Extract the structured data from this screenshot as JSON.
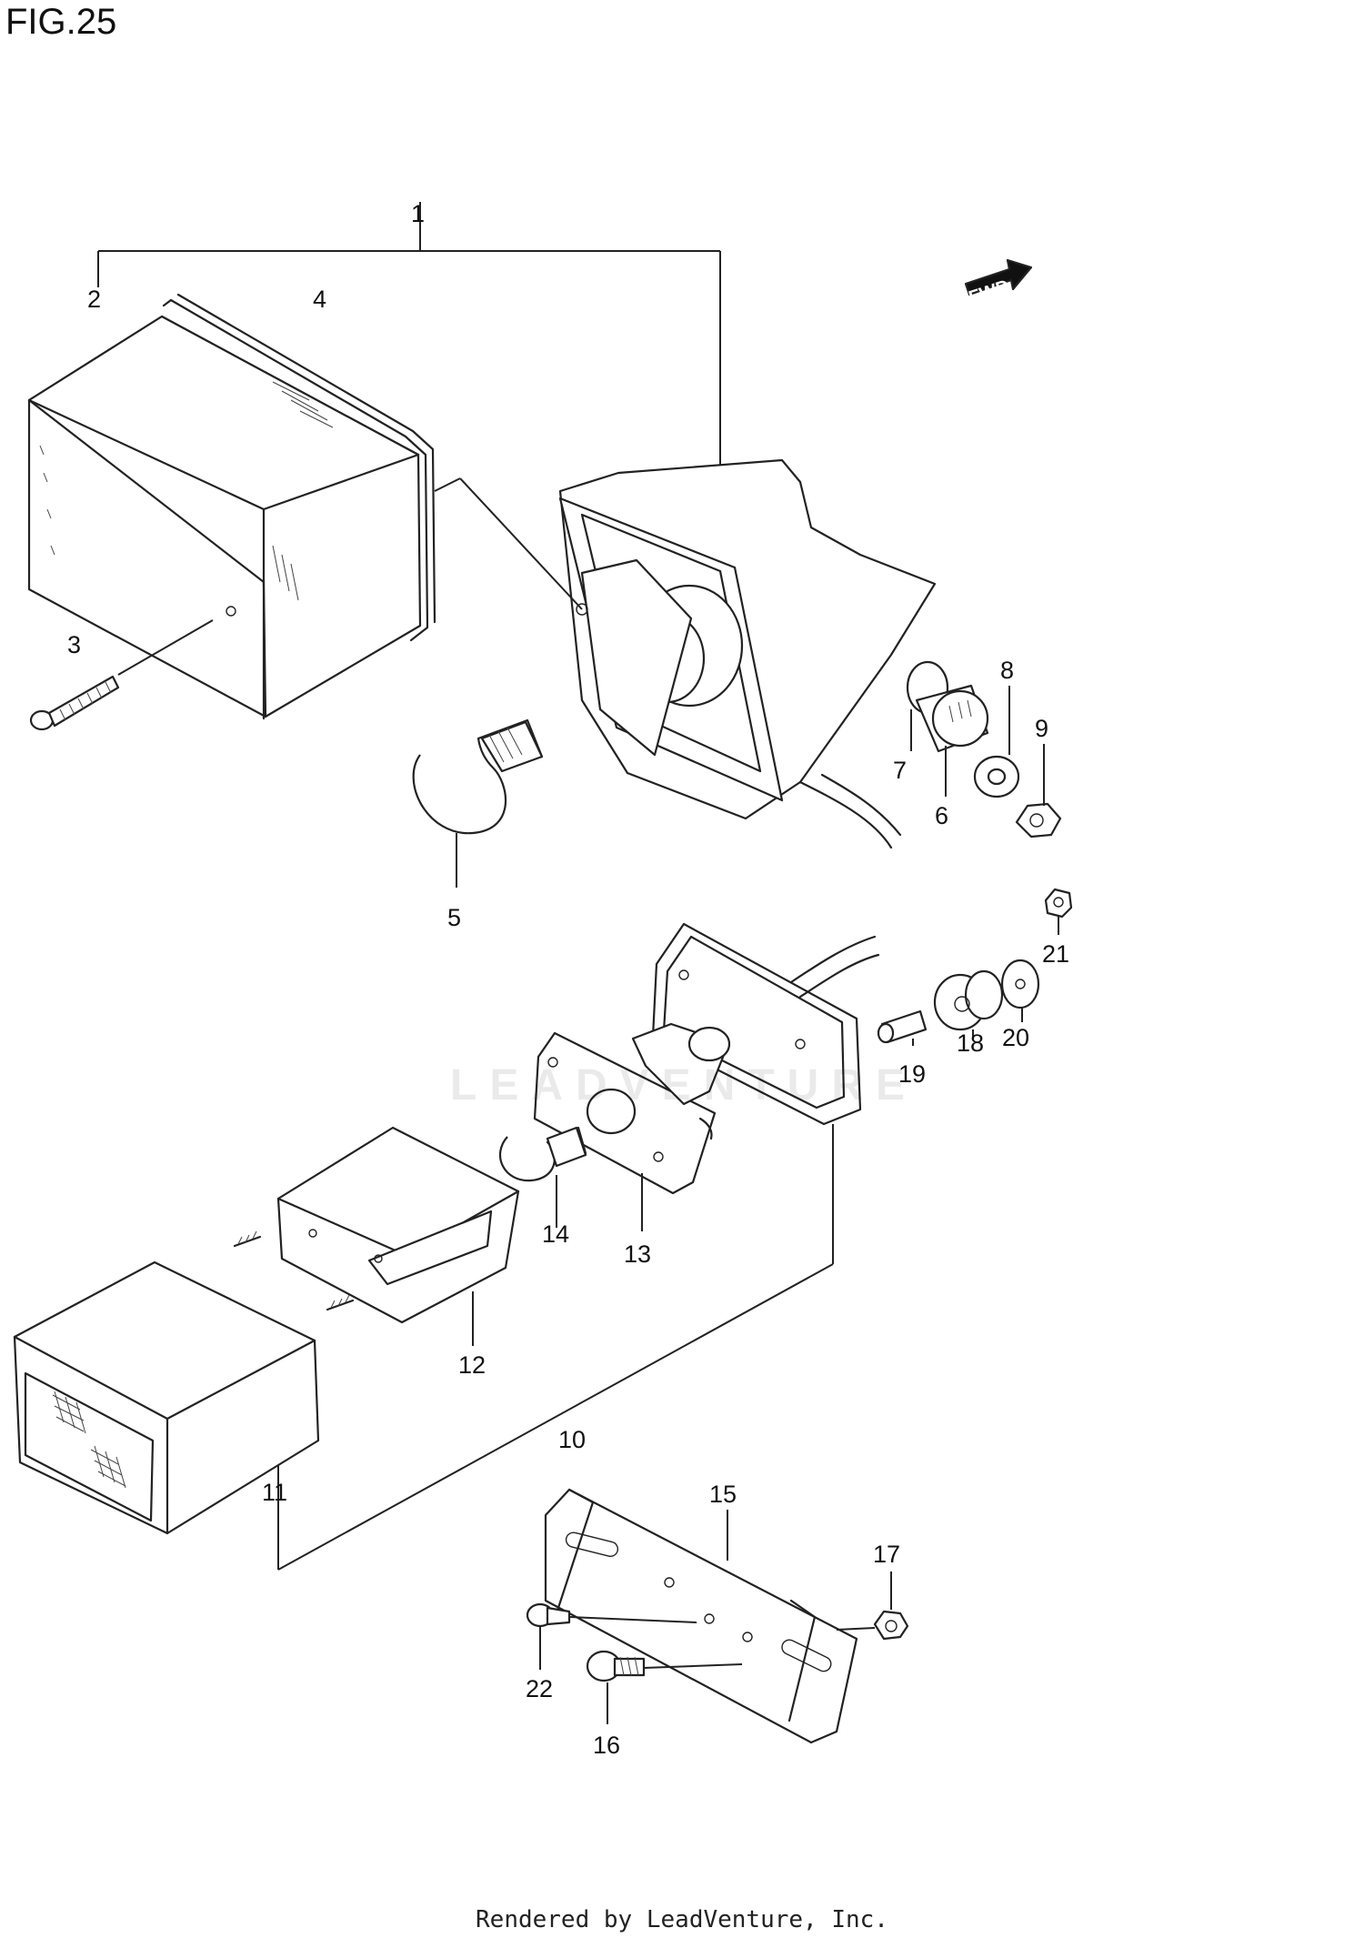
{
  "figure": {
    "title": "FIG.25"
  },
  "fwd_badge": {
    "label": "FWD"
  },
  "callouts": {
    "c1": "1",
    "c2": "2",
    "c3": "3",
    "c4": "4",
    "c5": "5",
    "c6": "6",
    "c7": "7",
    "c8": "8",
    "c9": "9",
    "c10": "10",
    "c11": "11",
    "c12": "12",
    "c13": "13",
    "c14": "14",
    "c15": "15",
    "c16": "16",
    "c17": "17",
    "c18": "18",
    "c19": "19",
    "c20": "20",
    "c21": "21",
    "c22": "22"
  },
  "watermark": {
    "text": "LEADVENTURE"
  },
  "footer": {
    "credit": "Rendered by LeadVenture, Inc."
  }
}
